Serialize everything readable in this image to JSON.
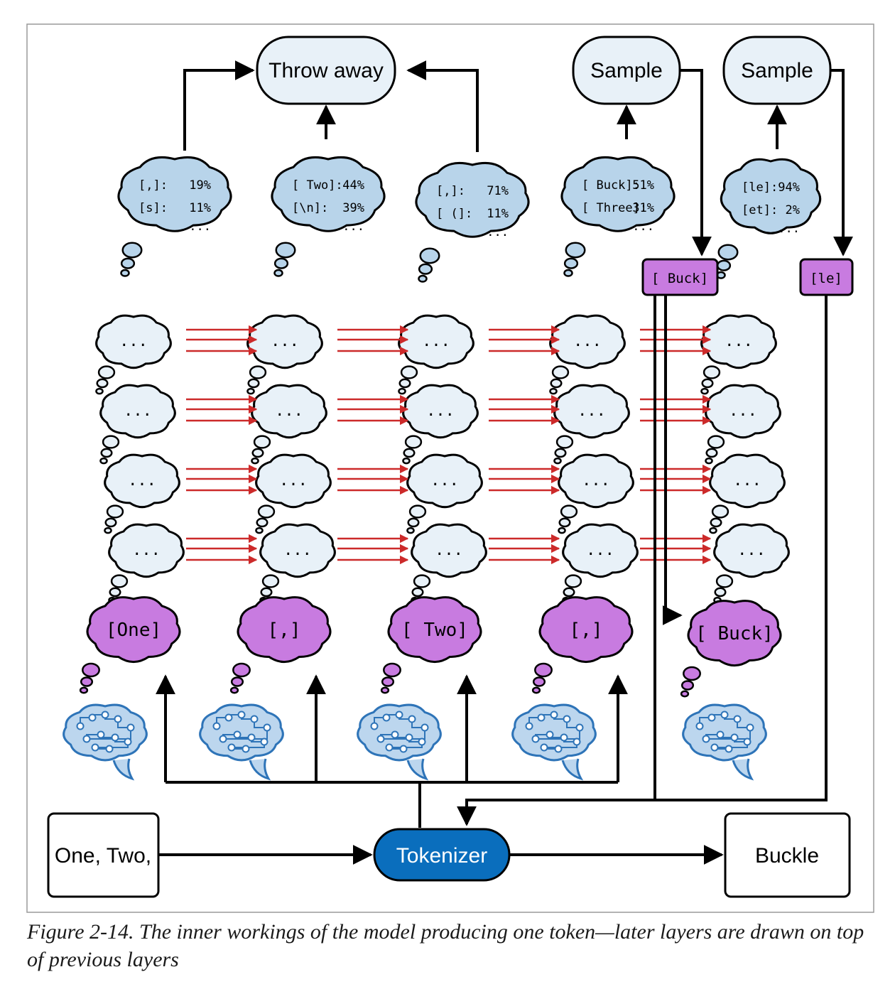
{
  "diagram": {
    "input_box": "One, Two,",
    "tokenizer": "Tokenizer",
    "output_box": "Buckle",
    "throw_away": "Throw away",
    "sample": [
      "Sample",
      "Sample"
    ],
    "layer_placeholder": "...",
    "columns": [
      {
        "token": "[One]",
        "probs": [
          {
            "label": "[,]:",
            "pct": "19%"
          },
          {
            "label": "[s]:",
            "pct": "11%"
          }
        ],
        "more": "..."
      },
      {
        "token": "[,]",
        "probs": [
          {
            "label": "[ Two]:",
            "pct": "44%"
          },
          {
            "label": "[\\n]:",
            "pct": "39%"
          }
        ],
        "more": "..."
      },
      {
        "token": "[ Two]",
        "probs": [
          {
            "label": "[,]:",
            "pct": "71%"
          },
          {
            "label": "[ (]:",
            "pct": "11%"
          }
        ],
        "more": "..."
      },
      {
        "token": "[,]",
        "probs": [
          {
            "label": "[ Buck]:",
            "pct": "51%"
          },
          {
            "label": "[ Three]:",
            "pct": "31%"
          }
        ],
        "more": "..."
      },
      {
        "token": "[ Buck]",
        "probs": [
          {
            "label": "[le]:",
            "pct": "94%"
          },
          {
            "label": "[et]:",
            "pct": "2%"
          }
        ],
        "more": "..."
      }
    ],
    "sampled_tokens": [
      "[ Buck]",
      "[le]"
    ],
    "colors": {
      "layer_fill": "#e8f1f8",
      "token_fill": "#c87be0",
      "prob_fill": "#b8d4ea",
      "pill_fill": "#e8f1f8",
      "tokenizer_fill": "#0a6ebd",
      "attention_arrow": "#cc2a2a",
      "brain_fill": "#bcd6ee",
      "brain_stroke": "#2e74b8"
    }
  },
  "caption": "Figure 2-14. The inner workings of the model producing one token—later layers are drawn on top of previous layers"
}
